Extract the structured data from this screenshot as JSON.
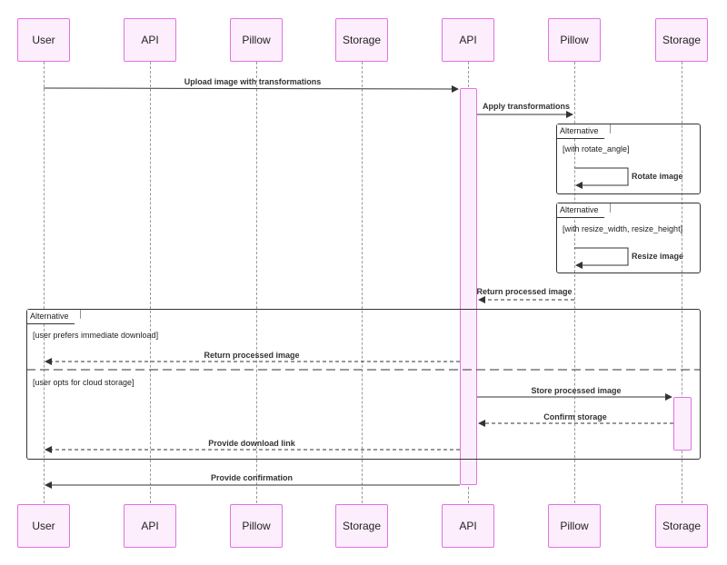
{
  "actors_top": [
    "User",
    "API",
    "Pillow",
    "Storage",
    "API",
    "Pillow",
    "Storage"
  ],
  "actors_bottom": [
    "User",
    "API",
    "Pillow",
    "Storage",
    "API",
    "Pillow",
    "Storage"
  ],
  "messages": {
    "upload": "Upload image with transformations",
    "apply": "Apply transformations",
    "rotate": "Rotate image",
    "resize": "Resize image",
    "return_processed_1": "Return processed image",
    "return_processed_2": "Return processed image",
    "store": "Store processed image",
    "confirm_storage": "Confirm storage",
    "download_link": "Provide download link",
    "confirmation": "Provide confirmation"
  },
  "frames": {
    "rotate_alt": {
      "tag": "Alternative",
      "condition": "[with rotate_angle]"
    },
    "resize_alt": {
      "tag": "Alternative",
      "condition": "[with resize_width, resize_height]"
    },
    "delivery_alt": {
      "tag": "Alternative",
      "condition_1": "[user prefers immediate download]",
      "condition_2": "[user opts for cloud storage]"
    }
  },
  "colors": {
    "actor_fill": "#fdeefd",
    "actor_border": "#e173e1",
    "line": "#333333"
  }
}
